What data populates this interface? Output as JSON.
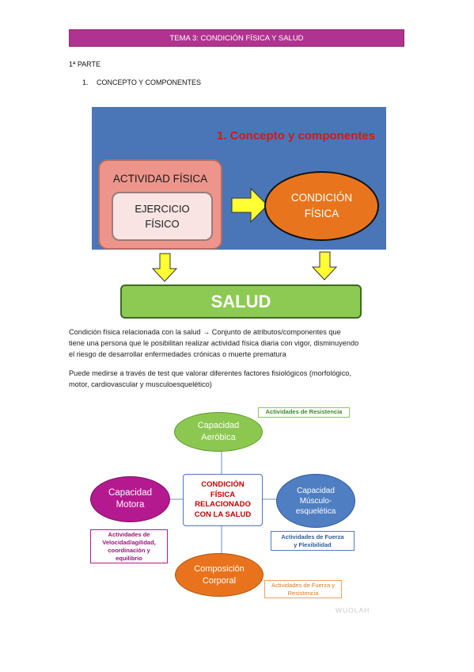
{
  "header": {
    "title": "TEMA 3: CONDICIÓN FÍSICA Y SALUD"
  },
  "section": {
    "part": "1ª PARTE",
    "heading_number": "1.",
    "heading": "CONCEPTO Y COMPONENTES"
  },
  "figure1": {
    "title": "1. Concepto y componentes",
    "actividad": "ACTIVIDAD FÍSICA",
    "ejercicio_line1": "EJERCICIO",
    "ejercicio_line2": "FÍSICO",
    "condicion_line1": "CONDICIÓN",
    "condicion_line2": "FÍSICA",
    "salud": "SALUD",
    "colors": {
      "background": "#4a76b8",
      "title": "#d11a1a",
      "actividad": "#ee958b",
      "condicion": "#e8751d",
      "salud": "#8dca53",
      "arrow": "#ffff33"
    }
  },
  "paragraphs": {
    "p1_line1": "Condición física relacionada con la salud → Conjunto de atributos/componentes que",
    "p1_line2": "tiene una persona que le posibilitan realizar actividad física diaria con vigor, disminuyendo",
    "p1_line3": "el riesgo de desarrollar enfermedades crónicas o muerte prematura",
    "p2_line1": "Puede medirse a través de test que valorar diferentes factores fisiológicos (morfológico,",
    "p2_line2": "motor, cardiovascular y musculoesquelético)"
  },
  "figure2": {
    "center_line1": "CONDICIÓN",
    "center_line2": "FÍSICA",
    "center_line3": "RELACIONADO",
    "center_line4": "CON LA SALUD",
    "aerobica_line1": "Capacidad",
    "aerobica_line2": "Aeróbica",
    "motora_line1": "Capacidad",
    "motora_line2": "Motora",
    "musculo_line1": "Capacidad",
    "musculo_line2": "Músculo-",
    "musculo_line3": "esquelética",
    "composicion_line1": "Composición",
    "composicion_line2": "Corporal",
    "label_resistencia": "Actividades de Resistencia",
    "label_motora_line1": "Actividades de",
    "label_motora_line2": "Velocidad/agilidad,",
    "label_motora_line3": "coordinación y",
    "label_motora_line4": "equilibrio",
    "label_fuerza_line1": "Actividades de Fuerza",
    "label_fuerza_line2": "y Flexibilidad",
    "label_fuerza_res_line1": "Actividades de Fuerza y",
    "label_fuerza_res_line2": "Resistencia",
    "colors": {
      "aerobica": "#8cc850",
      "motora": "#b5198f",
      "musculo": "#4f7ec2",
      "composicion": "#e8731c"
    }
  },
  "watermark": "WUOLAH"
}
